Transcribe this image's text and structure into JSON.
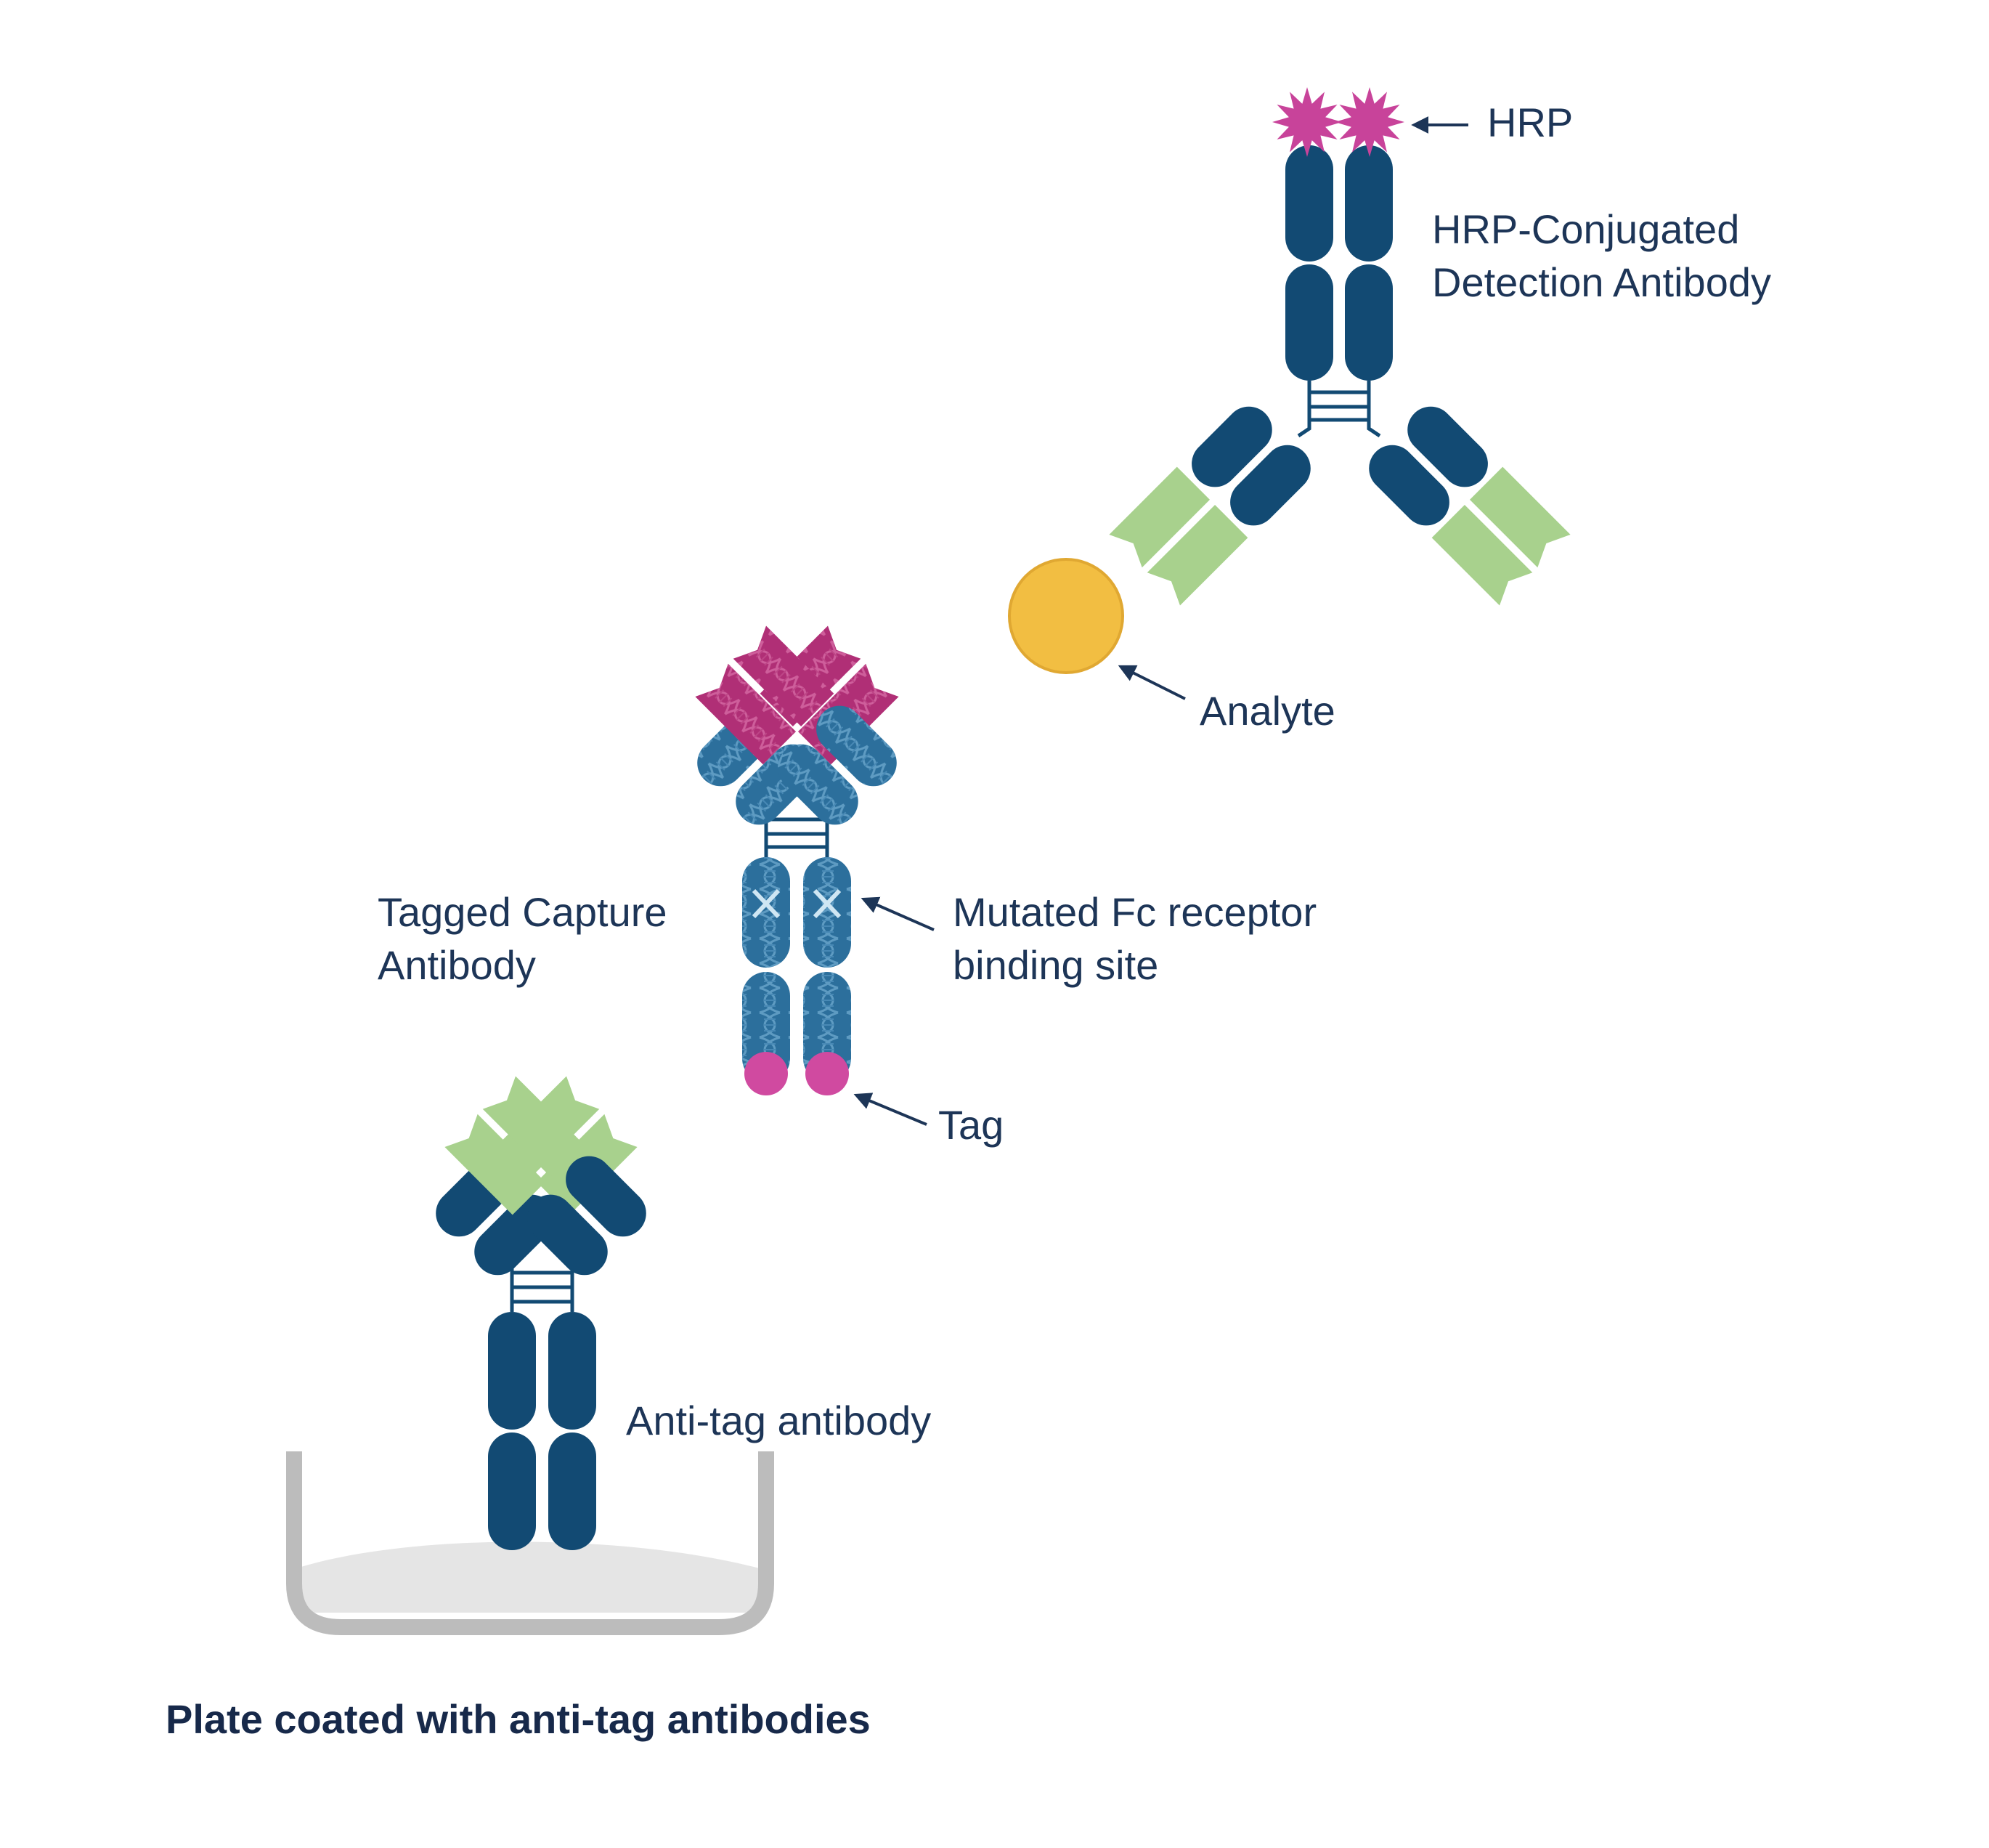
{
  "labels": {
    "hrp": "HRP",
    "detection_line1": "HRP-Conjugated",
    "detection_line2": "Detection Antibody",
    "analyte": "Analyte",
    "capture_line1": "Tagged Capture",
    "capture_line2": "Antibody",
    "mutated_line1": "Mutated Fc receptor",
    "mutated_line2": "binding site",
    "tag": "Tag",
    "anti_tag": "Anti-tag antibody",
    "plate_caption": "Plate coated with anti-tag antibodies"
  },
  "colors": {
    "antibody_navy": "#124a73",
    "capture_blue": "#2c6f9c",
    "helix_pale": "#9fc9e2",
    "variable_green": "#a8d18d",
    "variable_magenta": "#b02f76",
    "tag_pink": "#d04aa0",
    "hrp_magenta": "#c8439a",
    "analyte_yellow": "#f2be42",
    "plate_gray": "#bcbcbc",
    "plate_fill": "#e5e5e5",
    "text_navy": "#1d3557"
  }
}
